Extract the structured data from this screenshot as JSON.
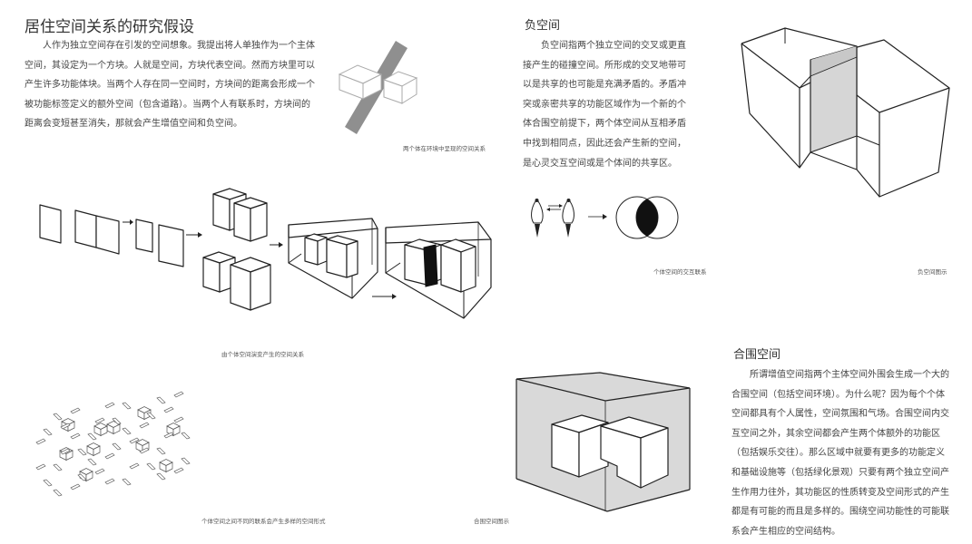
{
  "section_main": {
    "title": "居住空间关系的研究假设",
    "paragraph": "人作为独立空间存在引发的空间想象。我提出将人单独作为一个主体空间，其设定为一个方块。人就是空间，方块代表空间。然而方块里可以产生许多功能体块。当两个人存在同一空间时，方块间的距离会形成一个被功能标签定义的额外空间（包含道路）。当两个人有联系时，方块间的距离会变短甚至消失，那就会产生增值空间和负空间。",
    "caption_environment": "两个体在环境中呈现的空间关系",
    "caption_evolution": "由个体空间演变产生的空间关系",
    "caption_pattern": "个体空间之间不同的联系会产生多样的空间形式"
  },
  "section_negative": {
    "title": "负空间",
    "paragraph": "负空间指两个独立空间的交叉或更直接产生的碰撞空间。所形成的交叉地带可以是共享的也可能是充满矛盾的。矛盾冲突或亲密共享的功能区域作为一个新的个体合围空前提下，两个体空间从互相矛盾中找到相同点，因此还会产生新的空间，是心灵交互空间或是个体间的共享区。",
    "caption_interaction": "个体空间的交互联系",
    "caption_diagram": "负空间图示"
  },
  "section_enclosure": {
    "title": "合围空间",
    "paragraph": "所谓增值空间指两个主体空间外围会生成一个大的合围空间（包括空间环境）。为什么呢？因为每个个体空间都具有个人属性，空间氛围和气场。合围空间内交互空间之外，其余空间都会产生两个体额外的功能区（包括娱乐交往）。那么区域中就要有更多的功能定义和基础设施等（包括绿化景观）只要有两个独立空间产生作用力往外，其功能区的性质转变及空间形式的产生都是有可能的而且是多样的。围绕空间功能性的可能联系会产生相应的空间结构。",
    "caption_diagram": "合围空间图示"
  }
}
